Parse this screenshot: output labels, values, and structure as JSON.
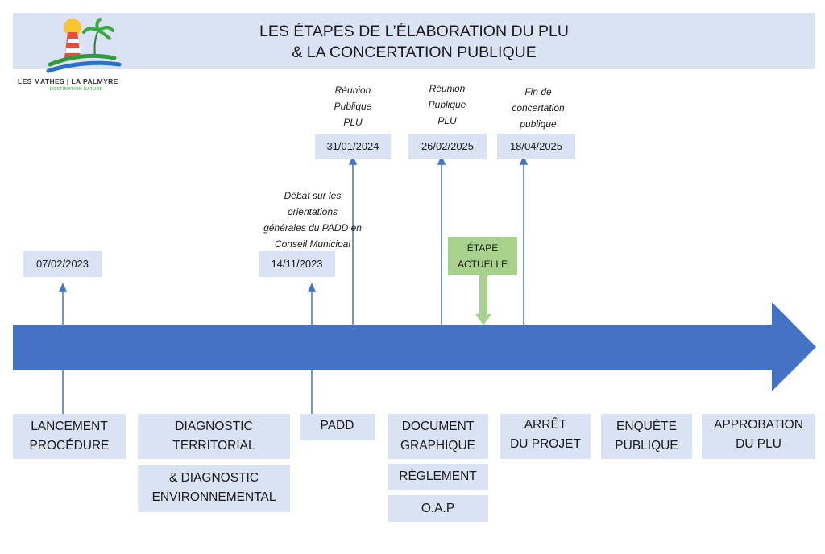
{
  "header": {
    "title_line1": "LES ÉTAPES DE L’ÉLABORATION DU PLU",
    "title_line2": "& LA CONCERTATION PUBLIQUE"
  },
  "logo": {
    "name": "LES MATHES | LA PALMYRE",
    "tagline": "DESTINATION NATURE"
  },
  "milestones": {
    "d1": {
      "date": "07/02/2023"
    },
    "d2": {
      "date": "14/11/2023",
      "note_l1": "Débat sur les",
      "note_l2": "orientations",
      "note_l3": "générales du PADD en",
      "note_l4": "Conseil Municipal"
    },
    "d3": {
      "date": "31/01/2024",
      "note_l1": "Réunion",
      "note_l2": "Publique",
      "note_l3": "PLU"
    },
    "d4": {
      "date": "26/02/2025",
      "note_l1": "Réunion",
      "note_l2": "Publique",
      "note_l3": "PLU"
    },
    "d5": {
      "date": "18/04/2025",
      "note_l1": "Fin de",
      "note_l2": "concertation",
      "note_l3": "publique"
    }
  },
  "current_step": {
    "l1": "ÉTAPE",
    "l2": "ACTUELLE"
  },
  "phases": {
    "lancement": {
      "l1": "LANCEMENT",
      "l2": "PROCÉDURE"
    },
    "diagnostic": {
      "l1": "DIAGNOSTIC",
      "l2": "TERRITORIAL"
    },
    "diag_env": {
      "l1": "& DIAGNOSTIC",
      "l2": "ENVIRONNEMENTAL"
    },
    "padd": {
      "l1": "PADD"
    },
    "document": {
      "l1": "DOCUMENT",
      "l2": "GRAPHIQUE"
    },
    "reglement": {
      "l1": "RÈGLEMENT"
    },
    "oap": {
      "l1": "O.A.P"
    },
    "arret": {
      "l1": "ARRÊT",
      "l2": "DU PROJET"
    },
    "enquete": {
      "l1": "ENQUÊTE",
      "l2": "PUBLIQUE"
    },
    "approbation": {
      "l1": "APPROBATION",
      "l2": "DU PLU"
    }
  },
  "colors": {
    "timeline": "#4472c4",
    "box_fill": "#dae3f3",
    "current_fill": "#a9d18e"
  }
}
